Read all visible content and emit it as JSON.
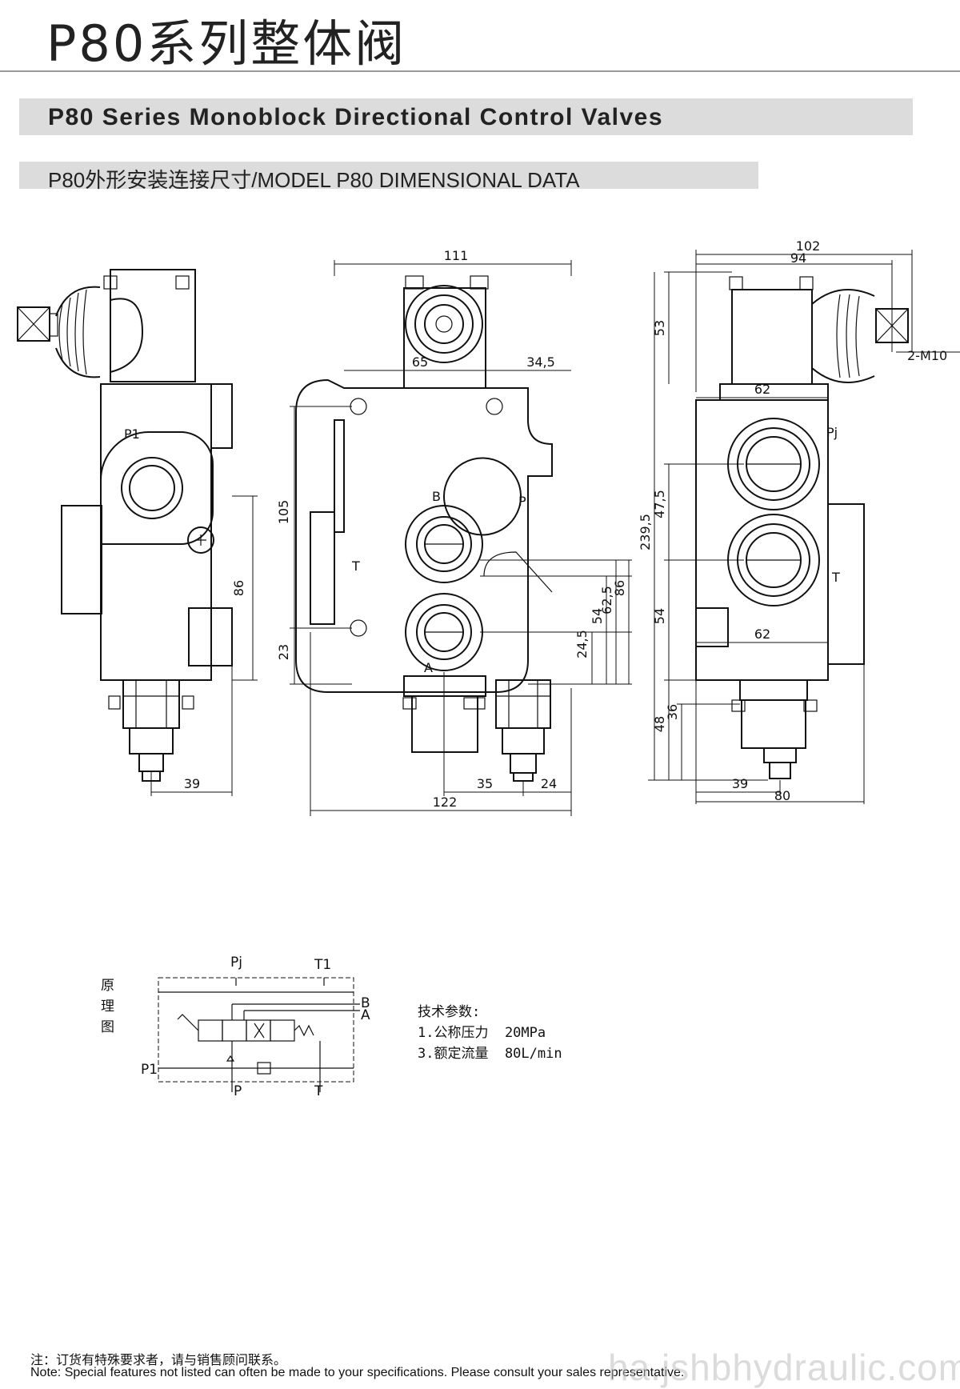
{
  "header": {
    "title_cn": "P80系列整体阀",
    "title_en": "P80 Series Monoblock Directional Control Valves",
    "subtitle": "P80外形安装连接尺寸/MODEL P80 DIMENSIONAL DATA"
  },
  "drawing": {
    "left_view": {
      "port_p1": "P1",
      "dim_86": "86",
      "dim_39": "39"
    },
    "front_view": {
      "dim_111": "111",
      "dim_65": "65",
      "dim_34_5": "34,5",
      "dim_105": "105",
      "dim_23": "23",
      "port_b": "B",
      "port_p": "P",
      "port_t": "T",
      "port_a": "A",
      "dim_24_5": "24,5",
      "dim_54": "54",
      "dim_62_5": "62,5",
      "dim_86": "86",
      "dim_35": "35",
      "dim_24": "24",
      "dim_122": "122"
    },
    "right_view": {
      "dim_102": "102",
      "dim_94": "94",
      "dim_53": "53",
      "thread": "2-M10",
      "dim_62_top": "62",
      "port_pj": "Pj",
      "dim_239_5": "239,5",
      "dim_47_5": "47,5",
      "port_t": "T",
      "dim_54": "54",
      "dim_62_bottom": "62",
      "dim_48": "48",
      "dim_36": "36",
      "dim_39": "39",
      "dim_80": "80"
    }
  },
  "schematic": {
    "label_chars": [
      "原",
      "理",
      "图"
    ],
    "port_pj": "Pj",
    "port_t1": "T1",
    "port_b": "B",
    "port_a": "A",
    "port_p1": "P1",
    "port_p": "P",
    "port_t": "T"
  },
  "tech_params": {
    "heading": "技术参数:",
    "line1": "1.公称压力  20MPa",
    "line2": "3.额定流量  80L/min"
  },
  "footer": {
    "note_cn": "注：订货有特殊要求者，请与销售顾问联系。",
    "note_en": "Note: Special features not listed can often be made to your specifications. Please consult your sales representative.",
    "watermark": "ha.jshbhydraulic.com"
  }
}
